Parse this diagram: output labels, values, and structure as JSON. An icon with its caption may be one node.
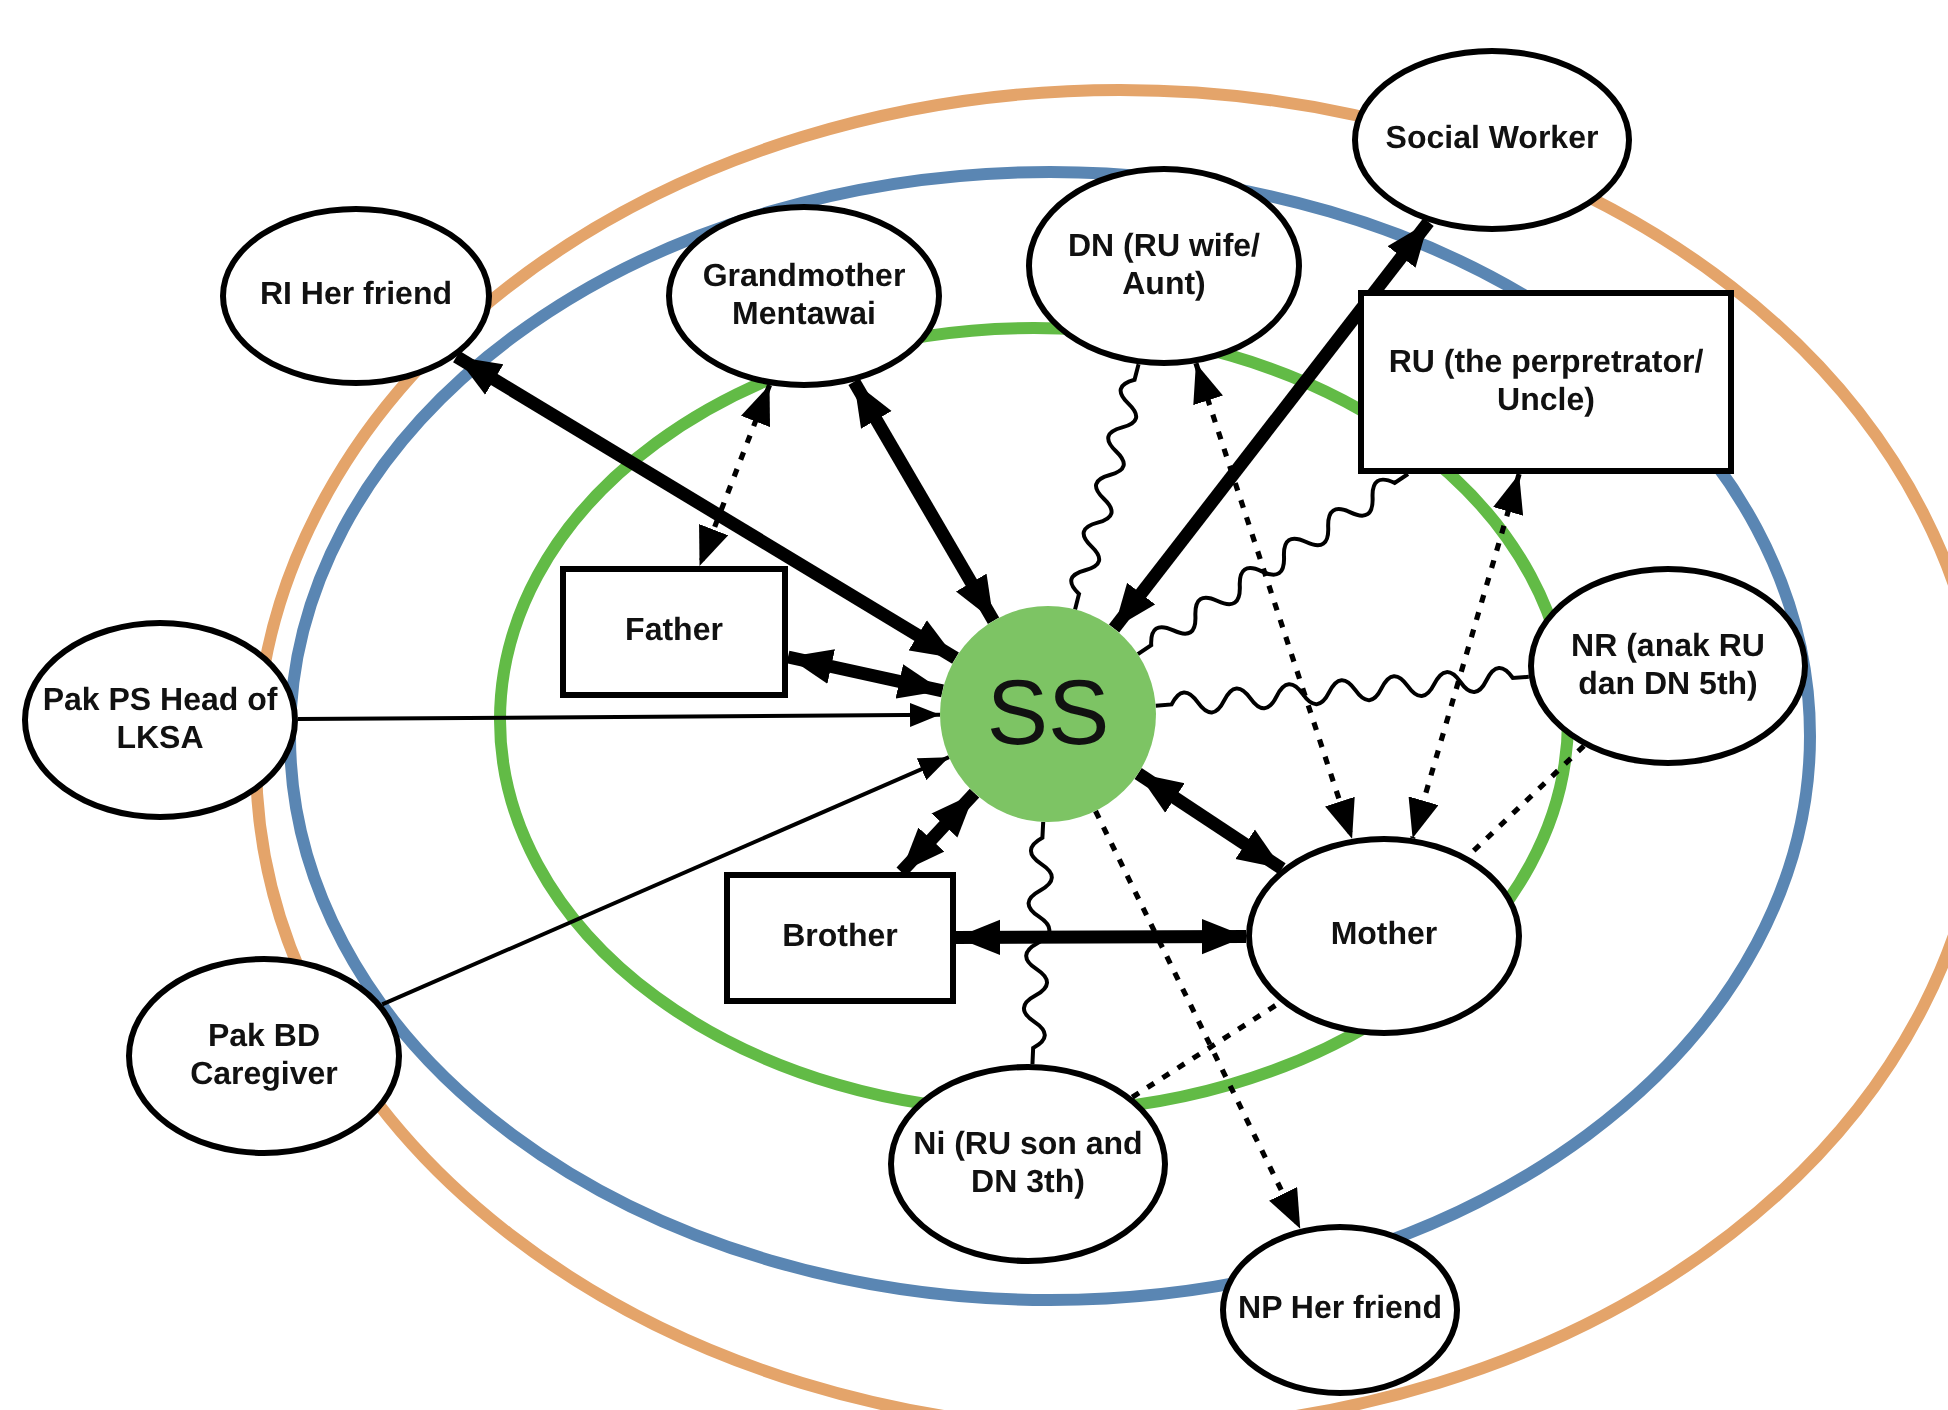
{
  "diagram": {
    "nodes": [
      {
        "text": [
          "Social Worker"
        ]
      },
      {
        "text": [
          "RI Her friend"
        ]
      },
      {
        "text": [
          "Grandmother Mentawai"
        ]
      },
      {
        "text": [
          "DN (RU wife/ Aunt)"
        ]
      },
      {
        "text": [
          "RU (the perpretrator/ Uncle)"
        ]
      },
      {
        "text": [
          "Father"
        ]
      },
      {
        "text": [
          "NR (anak RU dan DN 5th)"
        ]
      },
      {
        "text": [
          "Pak PS Head of LKSA"
        ]
      },
      {
        "text": [
          "SS"
        ]
      },
      {
        "text": [
          "Brother"
        ]
      },
      {
        "text": [
          "Mother"
        ]
      },
      {
        "text": [
          "Pak BD Caregiver"
        ]
      },
      {
        "text": [
          "Ni (RU son and DN 3th)"
        ]
      },
      {
        "text": [
          "NP Her friend"
        ]
      }
    ],
    "edges": [
      {
        "from": 8,
        "to": 1,
        "arrow": "both",
        "style": "thick"
      },
      {
        "from": 8,
        "to": 2,
        "arrow": "both",
        "style": "thick"
      },
      {
        "from": 2,
        "to": 5,
        "arrow": "both",
        "style": "dashed"
      },
      {
        "from": 5,
        "to": 8,
        "arrow": "both",
        "style": "thick"
      },
      {
        "from": 7,
        "to": 8,
        "arrow": "to"
      },
      {
        "from": 11,
        "to": 8,
        "arrow": "to"
      },
      {
        "from": 9,
        "to": 8,
        "arrow": "both",
        "style": "thick"
      },
      {
        "from": 9,
        "to": 10,
        "arrow": "both",
        "style": "thick"
      },
      {
        "from": 8,
        "to": 10,
        "arrow": "both",
        "style": "thick"
      },
      {
        "from": 8,
        "to": 0,
        "arrow": "both",
        "style": "thick"
      },
      {
        "from": 3,
        "to": 8,
        "arrow": "none"
      },
      {
        "from": 4,
        "to": 8,
        "arrow": "none"
      },
      {
        "from": 6,
        "to": 8,
        "arrow": "none"
      },
      {
        "from": 12,
        "to": 8,
        "arrow": "none"
      },
      {
        "from": 3,
        "to": 10,
        "arrow": "both",
        "style": "dashed"
      },
      {
        "from": 4,
        "to": 10,
        "arrow": "both",
        "style": "dashed"
      },
      {
        "from": 6,
        "to": 10,
        "arrow": "none",
        "style": "dashed"
      },
      {
        "from": 12,
        "to": 10,
        "arrow": "none",
        "style": "dashed"
      },
      {
        "from": 8,
        "to": 13,
        "arrow": "to",
        "style": "dashed"
      }
    ]
  }
}
